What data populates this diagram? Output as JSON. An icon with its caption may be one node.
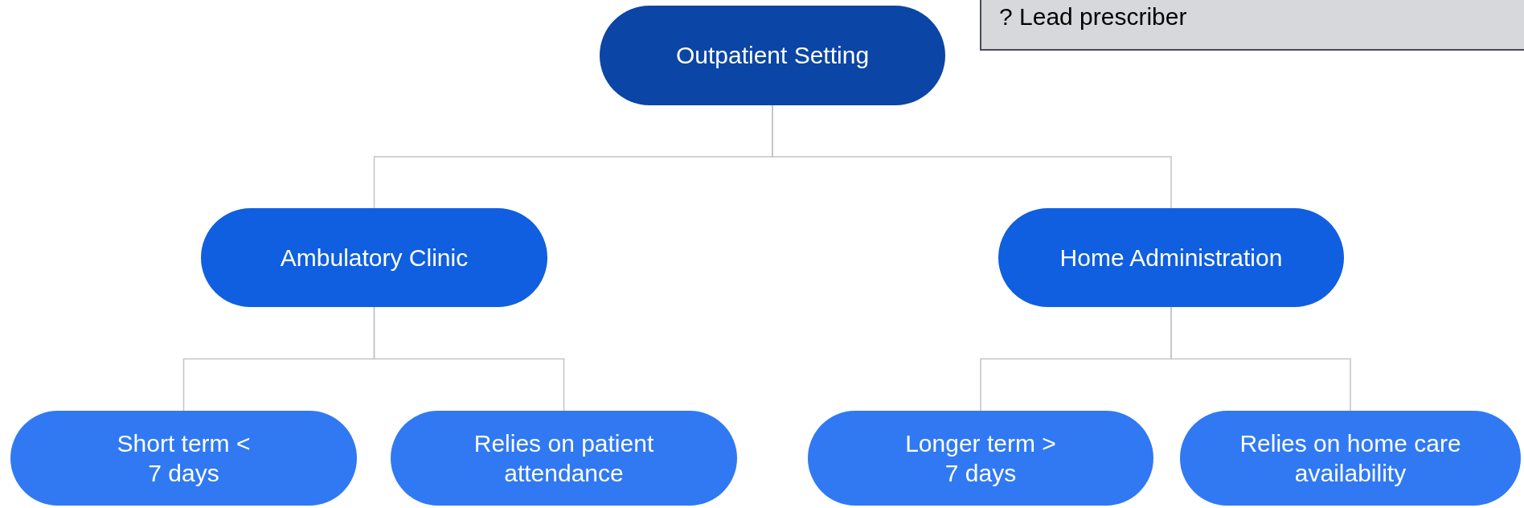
{
  "diagram": {
    "nodes": [
      {
        "text": [
          "Outpatient Setting"
        ]
      },
      {
        "text": [
          "Ambulatory Clinic"
        ]
      },
      {
        "text": [
          "Home Administration"
        ]
      },
      {
        "text": [
          "Short term < 7 days"
        ]
      },
      {
        "text": [
          "Relies on patient attendance"
        ]
      },
      {
        "text": [
          "Longer term > 7 days"
        ]
      },
      {
        "text": [
          "Relies on home care availability"
        ]
      },
      {
        "text": [
          "? Lead prescriber"
        ]
      }
    ],
    "edges": [
      {
        "from": 0,
        "to": 1,
        "arrow": "none"
      },
      {
        "from": 0,
        "to": 2,
        "arrow": "none"
      },
      {
        "from": 1,
        "to": 3,
        "arrow": "none"
      },
      {
        "from": 1,
        "to": 4,
        "arrow": "none"
      },
      {
        "from": 2,
        "to": 5,
        "arrow": "none"
      },
      {
        "from": 2,
        "to": 6,
        "arrow": "none"
      }
    ]
  }
}
